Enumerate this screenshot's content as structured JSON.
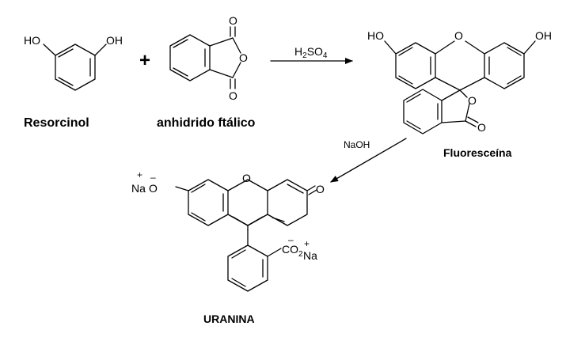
{
  "compounds": {
    "resorcinol": {
      "name": "Resorcinol",
      "oh_left": "HO",
      "oh_right": "OH"
    },
    "phthalic": {
      "name": "anhidrido ftálico",
      "o_top": "O",
      "o_ring": "O",
      "o_bottom": "O"
    },
    "fluorescein": {
      "name": "Fluoresceína",
      "oh_left": "HO",
      "oh_right": "OH",
      "o_bridge": "O",
      "o_lactone": "O",
      "o_carbonyl": "O"
    },
    "uranine": {
      "name": "URANINA",
      "na_left": "Na",
      "o_left": "O",
      "plus_left": "+",
      "minus_left": "–",
      "o_bridge": "O",
      "o_keto": "O",
      "co2": "CO",
      "co2_sub": "2",
      "minus_co2": "–",
      "na_right": "Na",
      "plus_right": "+"
    }
  },
  "reaction": {
    "plus_sign": "+",
    "step1_reagent": "H",
    "step1_sub1": "2",
    "step1_mid": "SO",
    "step1_sub2": "4",
    "step2_reagent": "NaOH"
  }
}
